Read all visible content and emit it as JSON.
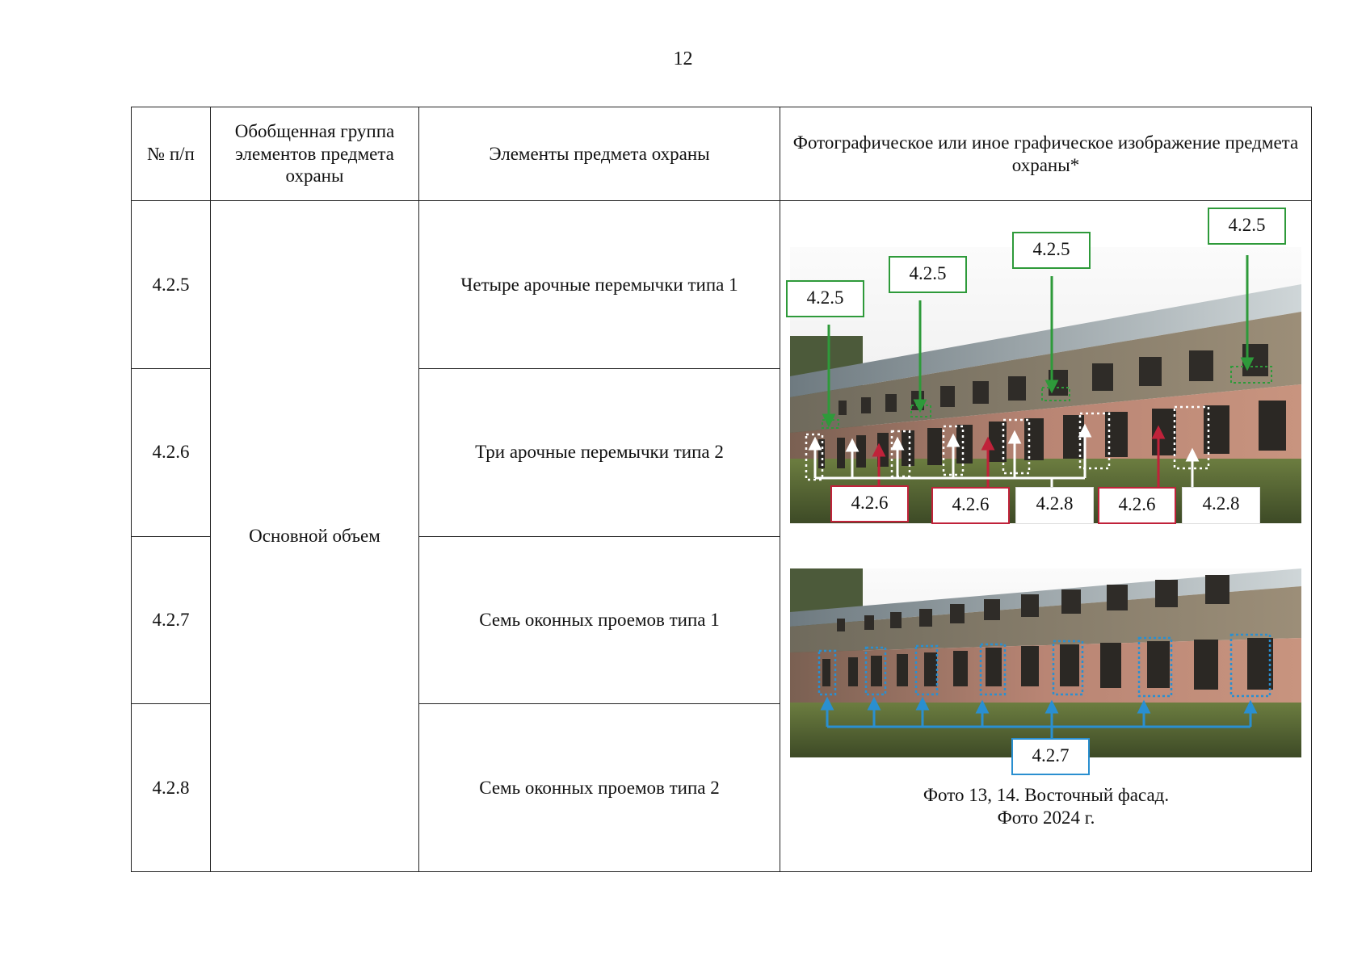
{
  "page_number": "12",
  "table": {
    "headers": {
      "num": "№ п/п",
      "group": "Обобщенная группа элементов предмета охраны",
      "elements": "Элементы предмета охраны",
      "image": "Фотографическое или иное графическое изображение предмета охраны*"
    },
    "group_value": "Основной объем",
    "rows": [
      {
        "num": "4.2.5",
        "element": "Четыре арочные перемычки типа 1"
      },
      {
        "num": "4.2.6",
        "element": "Три арочные перемычки типа 2"
      },
      {
        "num": "4.2.7",
        "element": "Семь оконных проемов типа 1"
      },
      {
        "num": "4.2.8",
        "element": "Семь оконных проемов типа 2"
      }
    ]
  },
  "photo1": {
    "green_labels": [
      "4.2.5",
      "4.2.5",
      "4.2.5",
      "4.2.5"
    ],
    "bottom_labels": [
      "4.2.6",
      "4.2.6",
      "4.2.8",
      "4.2.6",
      "4.2.8"
    ],
    "colors": {
      "green": "#2e9a3a",
      "red": "#c0223a",
      "white": "#ffffff"
    }
  },
  "photo2": {
    "blue_label": "4.2.7",
    "colors": {
      "blue": "#2a8fd0"
    }
  },
  "caption": {
    "line1": "Фото 13, 14. Восточный фасад.",
    "line2": "Фото 2024 г."
  }
}
